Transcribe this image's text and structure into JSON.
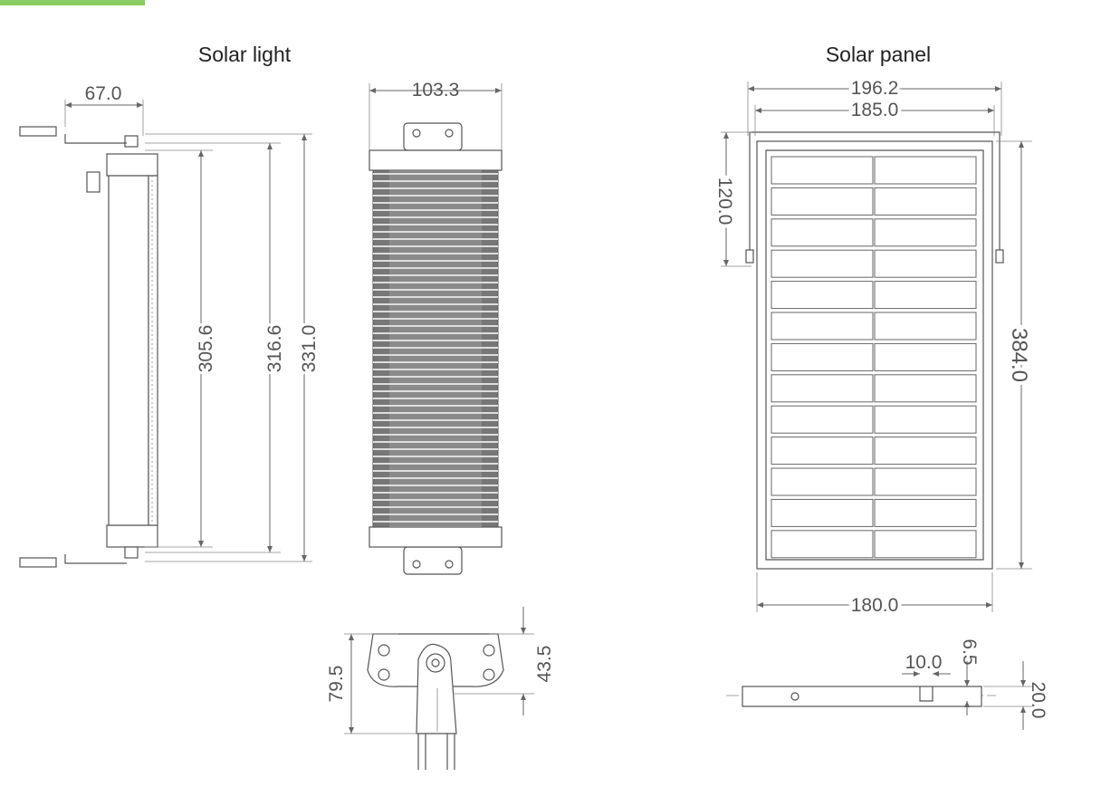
{
  "titles": {
    "solar_light": "Solar light",
    "solar_panel": "Solar panel"
  },
  "solar_light_dims": {
    "mount_offset": "67.0",
    "body_length": "305.6",
    "light_length": "316.6",
    "total_length": "331.0",
    "width": "103.3",
    "bracket_height": "79.5",
    "bracket_offset": "43.5"
  },
  "solar_panel_dims": {
    "outer_width": "196.2",
    "bracket_width": "185.0",
    "bracket_height": "120.0",
    "height": "384.0",
    "panel_width": "180.0",
    "slot_width": "10.0",
    "slot_height": "6.5",
    "thickness": "20.0"
  },
  "colors": {
    "line": "#555555",
    "title_accent": "#6cbf3a"
  }
}
